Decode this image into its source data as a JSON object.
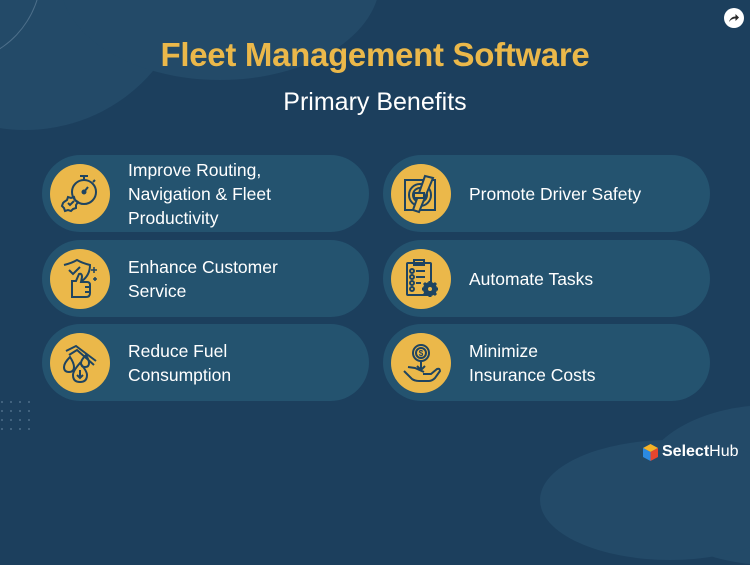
{
  "header": {
    "title": "Fleet Management Software",
    "subtitle": "Primary Benefits"
  },
  "share_button": {
    "icon": "share-arrow-icon"
  },
  "benefits": [
    {
      "label": "Improve Routing,\nNavigation & Fleet\nProductivity",
      "icon": "stopwatch-gear-icon"
    },
    {
      "label": "Promote Driver Safety",
      "icon": "steering-seatbelt-icon"
    },
    {
      "label": "Enhance Customer\nService",
      "icon": "shield-thumbs-up-icon"
    },
    {
      "label": "Automate Tasks",
      "icon": "clipboard-gear-icon"
    },
    {
      "label": "Reduce Fuel\nConsumption",
      "icon": "fuel-drops-down-icon"
    },
    {
      "label": "Minimize\nInsurance Costs",
      "icon": "coin-hand-icon"
    }
  ],
  "brand": {
    "name_bold": "Select",
    "name_regular": "Hub"
  },
  "colors": {
    "background": "#1c3f5d",
    "pill": "#24536f",
    "accent": "#ebb84a",
    "icon_stroke": "#1f4460",
    "text": "#ffffff"
  }
}
